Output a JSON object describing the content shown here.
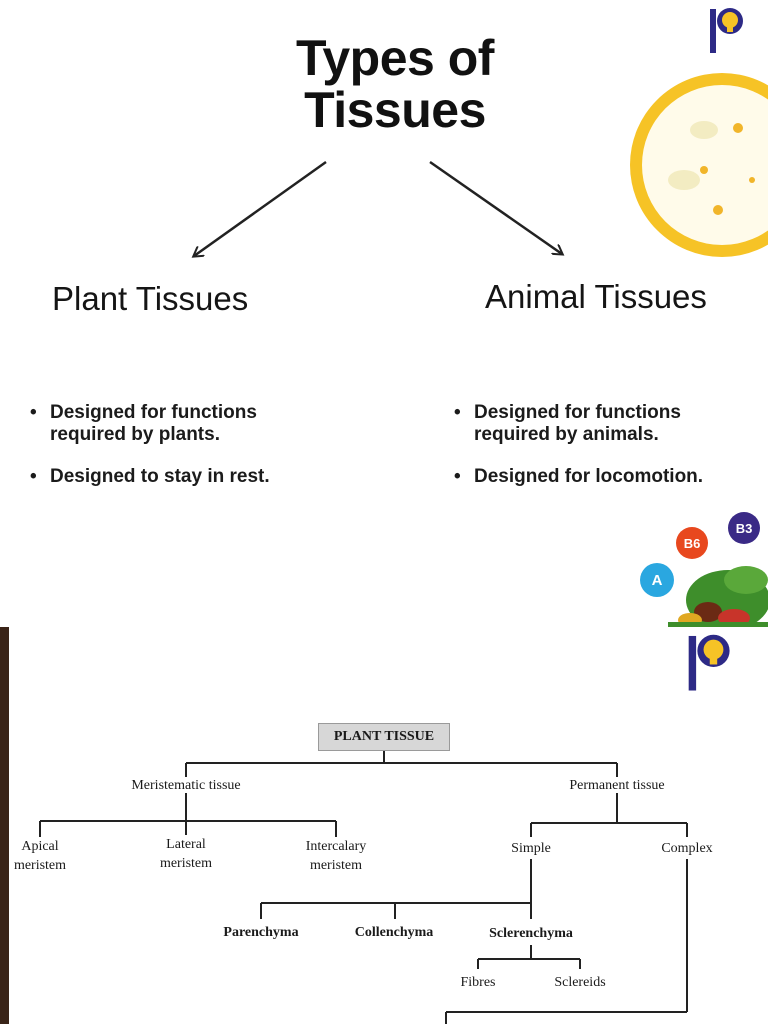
{
  "top_panel": {
    "title_line1": "Types of",
    "title_line2": "Tissues",
    "plant": {
      "title": "Plant Tissues",
      "bullets": [
        "Designed for functions required by plants.",
        "Designed to stay in rest."
      ]
    },
    "animal": {
      "title": "Animal Tissues",
      "bullets": [
        "Designed for functions required by animals.",
        "Designed for locomotion."
      ]
    },
    "vitamin_badges": [
      "B3",
      "B6",
      "A"
    ],
    "colors": {
      "bacteria_ring": "#f6c326",
      "logo_blue": "#2d2a86",
      "logo_yellow": "#f6c326"
    }
  },
  "bottom_panel": {
    "root": "PLANT TISSUE",
    "meristematic": "Meristematic tissue",
    "permanent": "Permanent tissue",
    "apical": [
      "Apical",
      "meristem"
    ],
    "lateral": [
      "Lateral",
      "meristem"
    ],
    "intercalary": [
      "Intercalary",
      "meristem"
    ],
    "simple": "Simple",
    "complex": "Complex",
    "parenchyma": "Parenchyma",
    "collenchyma": "Collenchyma",
    "sclerenchyma": "Sclerenchyma",
    "fibres": "Fibres",
    "sclereids": "Sclereids"
  }
}
